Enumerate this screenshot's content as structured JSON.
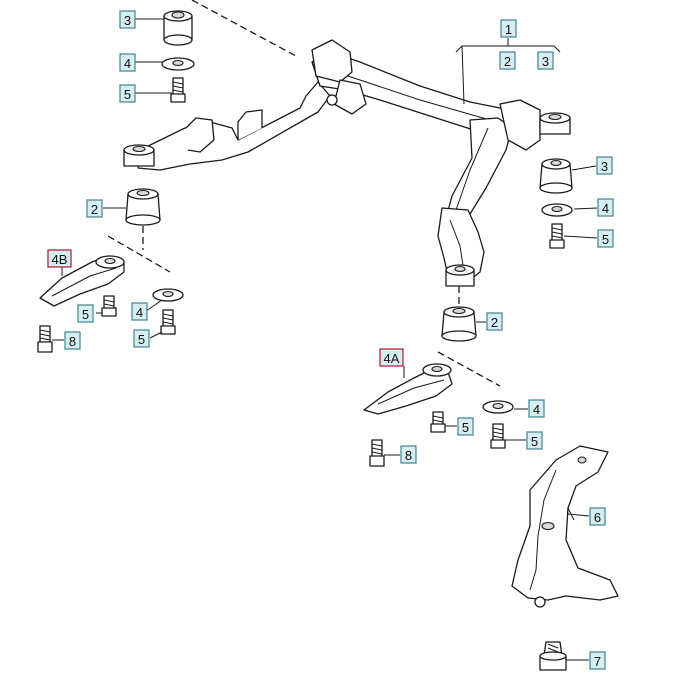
{
  "colors": {
    "callout_box_fill": "#d6eef1",
    "callout_box_border": "#4d8c99",
    "callout_box_border_variant": "#b0283a",
    "line_art": "#1a1a1a"
  },
  "callouts": [
    {
      "id": "c1",
      "label": "1",
      "variant": "normal"
    },
    {
      "id": "c2a",
      "label": "2",
      "variant": "normal"
    },
    {
      "id": "c3a",
      "label": "3",
      "variant": "normal"
    },
    {
      "id": "c3b",
      "label": "3",
      "variant": "normal"
    },
    {
      "id": "c4b",
      "label": "4",
      "variant": "normal"
    },
    {
      "id": "c5b",
      "label": "5",
      "variant": "normal"
    },
    {
      "id": "c3c",
      "label": "3",
      "variant": "normal"
    },
    {
      "id": "c4c",
      "label": "4",
      "variant": "normal"
    },
    {
      "id": "c5c",
      "label": "5",
      "variant": "normal"
    },
    {
      "id": "c2b",
      "label": "2",
      "variant": "normal"
    },
    {
      "id": "c4B",
      "label": "4B",
      "variant": "variant"
    },
    {
      "id": "c5d",
      "label": "5",
      "variant": "normal"
    },
    {
      "id": "c4d",
      "label": "4",
      "variant": "normal"
    },
    {
      "id": "c8a",
      "label": "8",
      "variant": "normal"
    },
    {
      "id": "c5e",
      "label": "5",
      "variant": "normal"
    },
    {
      "id": "c2c",
      "label": "2",
      "variant": "normal"
    },
    {
      "id": "c4A",
      "label": "4A",
      "variant": "variant"
    },
    {
      "id": "c4e",
      "label": "4",
      "variant": "normal"
    },
    {
      "id": "c5f",
      "label": "5",
      "variant": "normal"
    },
    {
      "id": "c5g",
      "label": "5",
      "variant": "normal"
    },
    {
      "id": "c8b",
      "label": "8",
      "variant": "normal"
    },
    {
      "id": "c6",
      "label": "6",
      "variant": "normal"
    },
    {
      "id": "c7",
      "label": "7",
      "variant": "normal"
    }
  ]
}
